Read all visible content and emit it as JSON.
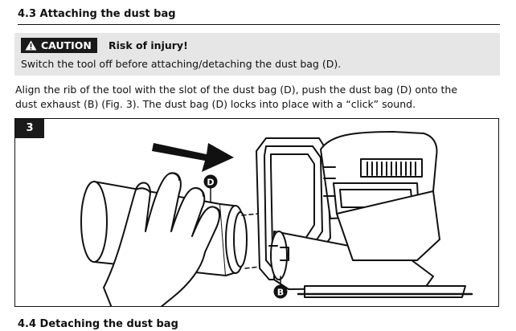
{
  "section": {
    "title": "4.3 Attaching the dust bag"
  },
  "caution": {
    "label": "CAUTION",
    "icon": "warning-triangle-icon",
    "heading": "Risk of injury!",
    "text": "Switch the tool off before attaching/detaching the dust bag (D)."
  },
  "body": {
    "line1": "Align the rib of the tool with the slot of the dust bag (D), push the dust bag (D) onto the",
    "line2": "dust exhaust (B) (Fig. 3). The dust bag (D) locks into place with a “click” sound."
  },
  "figure": {
    "number": "3",
    "label_d": "D",
    "label_b": "B",
    "arrow_icon": "push-direction-arrow-icon"
  },
  "next_section": {
    "title": "4.4 Detaching the dust bag"
  }
}
